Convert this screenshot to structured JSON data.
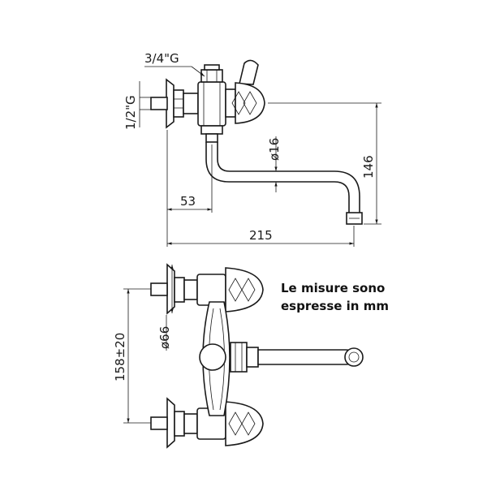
{
  "labels": {
    "inlet_thread": "3/4\"G",
    "wall_thread": "1/2\"G",
    "spout_diameter": "ø16",
    "height": "146",
    "offset": "53",
    "reach": "215",
    "flange_diameter": "ø66",
    "centers": "158±20"
  },
  "note": {
    "line1": "Le misure sono",
    "line2": "espresse in mm"
  }
}
